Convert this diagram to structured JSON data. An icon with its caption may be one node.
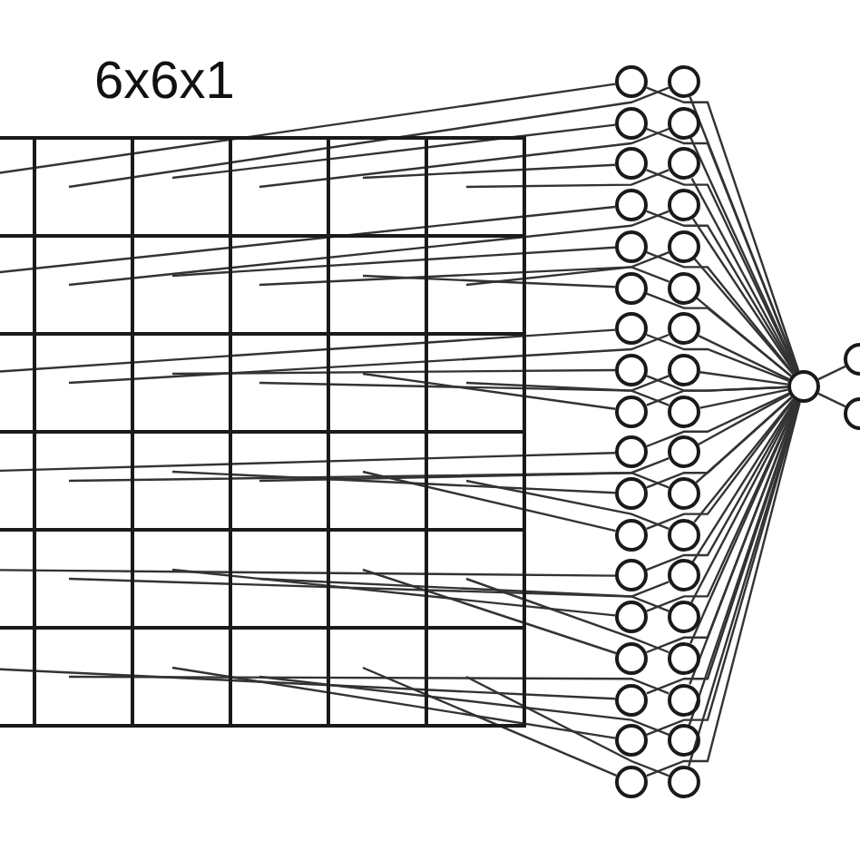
{
  "diagram": {
    "nodes": [
      {
        "text": [],
        "shape": "box"
      },
      {
        "text": [],
        "shape": "circle"
      },
      {
        "text": [],
        "shape": "circle"
      },
      {
        "text": [],
        "shape": "circle"
      },
      {
        "text": [],
        "shape": "circle"
      },
      {
        "text": [],
        "shape": "circle"
      },
      {
        "text": [],
        "shape": "circle"
      },
      {
        "text": [],
        "shape": "circle"
      },
      {
        "text": [],
        "shape": "circle"
      },
      {
        "text": [],
        "shape": "circle"
      },
      {
        "text": [],
        "shape": "circle"
      },
      {
        "text": [],
        "shape": "circle"
      },
      {
        "text": [],
        "shape": "circle"
      },
      {
        "text": [],
        "shape": "circle"
      },
      {
        "text": [],
        "shape": "circle"
      },
      {
        "text": [],
        "shape": "circle"
      },
      {
        "text": [],
        "shape": "circle"
      },
      {
        "text": [],
        "shape": "circle"
      },
      {
        "text": [],
        "shape": "circle"
      },
      {
        "text": [],
        "shape": "circle"
      },
      {
        "text": [],
        "shape": "circle"
      },
      {
        "text": [],
        "shape": "circle"
      },
      {
        "text": [],
        "shape": "circle"
      },
      {
        "text": [],
        "shape": "circle"
      },
      {
        "text": [],
        "shape": "circle"
      },
      {
        "text": [],
        "shape": "circle"
      },
      {
        "text": [],
        "shape": "circle"
      },
      {
        "text": [],
        "shape": "circle"
      },
      {
        "text": [],
        "shape": "circle"
      },
      {
        "text": [],
        "shape": "circle"
      },
      {
        "text": [],
        "shape": "circle"
      },
      {
        "text": [],
        "shape": "circle"
      },
      {
        "text": [],
        "shape": "circle"
      },
      {
        "text": [],
        "shape": "circle"
      },
      {
        "text": [],
        "shape": "circle"
      },
      {
        "text": [],
        "shape": "circle"
      },
      {
        "text": [],
        "shape": "circle"
      },
      {
        "text": [],
        "shape": "circle"
      },
      {
        "text": [],
        "shape": "circle"
      },
      {
        "text": [],
        "shape": "circle"
      }
    ],
    "edges": [
      {
        "from": 0,
        "to": 1,
        "arrow": "none"
      },
      {
        "from": 0,
        "to": 2,
        "arrow": "none"
      },
      {
        "from": 0,
        "to": 3,
        "arrow": "none"
      },
      {
        "from": 0,
        "to": 4,
        "arrow": "none"
      },
      {
        "from": 0,
        "to": 5,
        "arrow": "none"
      },
      {
        "from": 0,
        "to": 6,
        "arrow": "none"
      },
      {
        "from": 0,
        "to": 7,
        "arrow": "none"
      },
      {
        "from": 0,
        "to": 8,
        "arrow": "none"
      },
      {
        "from": 0,
        "to": 9,
        "arrow": "none"
      },
      {
        "from": 0,
        "to": 10,
        "arrow": "none"
      },
      {
        "from": 0,
        "to": 11,
        "arrow": "none"
      },
      {
        "from": 0,
        "to": 12,
        "arrow": "none"
      },
      {
        "from": 0,
        "to": 13,
        "arrow": "none"
      },
      {
        "from": 0,
        "to": 14,
        "arrow": "none"
      },
      {
        "from": 0,
        "to": 15,
        "arrow": "none"
      },
      {
        "from": 0,
        "to": 16,
        "arrow": "none"
      },
      {
        "from": 0,
        "to": 17,
        "arrow": "none"
      },
      {
        "from": 0,
        "to": 18,
        "arrow": "none"
      },
      {
        "from": 0,
        "to": 19,
        "arrow": "none"
      },
      {
        "from": 0,
        "to": 20,
        "arrow": "none"
      },
      {
        "from": 0,
        "to": 21,
        "arrow": "none"
      },
      {
        "from": 0,
        "to": 22,
        "arrow": "none"
      },
      {
        "from": 0,
        "to": 23,
        "arrow": "none"
      },
      {
        "from": 0,
        "to": 24,
        "arrow": "none"
      },
      {
        "from": 0,
        "to": 25,
        "arrow": "none"
      },
      {
        "from": 0,
        "to": 26,
        "arrow": "none"
      },
      {
        "from": 0,
        "to": 27,
        "arrow": "none"
      },
      {
        "from": 0,
        "to": 28,
        "arrow": "none"
      },
      {
        "from": 0,
        "to": 29,
        "arrow": "none"
      },
      {
        "from": 0,
        "to": 30,
        "arrow": "none"
      },
      {
        "from": 0,
        "to": 31,
        "arrow": "none"
      },
      {
        "from": 0,
        "to": 32,
        "arrow": "none"
      },
      {
        "from": 0,
        "to": 33,
        "arrow": "none"
      },
      {
        "from": 0,
        "to": 34,
        "arrow": "none"
      },
      {
        "from": 0,
        "to": 35,
        "arrow": "none"
      },
      {
        "from": 0,
        "to": 36,
        "arrow": "none"
      },
      {
        "from": 1,
        "to": 37,
        "arrow": "none"
      },
      {
        "from": 2,
        "to": 37,
        "arrow": "none"
      },
      {
        "from": 3,
        "to": 37,
        "arrow": "none"
      },
      {
        "from": 4,
        "to": 37,
        "arrow": "none"
      },
      {
        "from": 5,
        "to": 37,
        "arrow": "none"
      },
      {
        "from": 6,
        "to": 37,
        "arrow": "none"
      },
      {
        "from": 7,
        "to": 37,
        "arrow": "none"
      },
      {
        "from": 8,
        "to": 37,
        "arrow": "none"
      },
      {
        "from": 9,
        "to": 37,
        "arrow": "none"
      },
      {
        "from": 10,
        "to": 37,
        "arrow": "none"
      },
      {
        "from": 11,
        "to": 37,
        "arrow": "none"
      },
      {
        "from": 12,
        "to": 37,
        "arrow": "none"
      },
      {
        "from": 13,
        "to": 37,
        "arrow": "none"
      },
      {
        "from": 14,
        "to": 37,
        "arrow": "none"
      },
      {
        "from": 15,
        "to": 37,
        "arrow": "none"
      },
      {
        "from": 16,
        "to": 37,
        "arrow": "none"
      },
      {
        "from": 17,
        "to": 37,
        "arrow": "none"
      },
      {
        "from": 18,
        "to": 37,
        "arrow": "none"
      },
      {
        "from": 19,
        "to": 37,
        "arrow": "none"
      },
      {
        "from": 20,
        "to": 37,
        "arrow": "none"
      },
      {
        "from": 21,
        "to": 37,
        "arrow": "none"
      },
      {
        "from": 22,
        "to": 37,
        "arrow": "none"
      },
      {
        "from": 23,
        "to": 37,
        "arrow": "none"
      },
      {
        "from": 24,
        "to": 37,
        "arrow": "none"
      },
      {
        "from": 25,
        "to": 37,
        "arrow": "none"
      },
      {
        "from": 26,
        "to": 37,
        "arrow": "none"
      },
      {
        "from": 27,
        "to": 37,
        "arrow": "none"
      },
      {
        "from": 28,
        "to": 37,
        "arrow": "none"
      },
      {
        "from": 29,
        "to": 37,
        "arrow": "none"
      },
      {
        "from": 30,
        "to": 37,
        "arrow": "none"
      },
      {
        "from": 31,
        "to": 37,
        "arrow": "none"
      },
      {
        "from": 32,
        "to": 37,
        "arrow": "none"
      },
      {
        "from": 33,
        "to": 37,
        "arrow": "none"
      },
      {
        "from": 34,
        "to": 37,
        "arrow": "none"
      },
      {
        "from": 35,
        "to": 37,
        "arrow": "none"
      },
      {
        "from": 36,
        "to": 37,
        "arrow": "none"
      },
      {
        "from": 37,
        "to": 38,
        "arrow": "none"
      },
      {
        "from": 37,
        "to": 39,
        "arrow": "none"
      }
    ],
    "labels": [
      "6x6x1"
    ]
  }
}
